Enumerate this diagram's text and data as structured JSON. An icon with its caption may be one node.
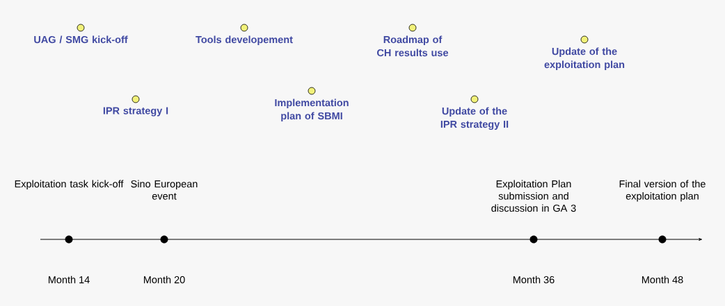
{
  "diagram": {
    "nodes": [
      {
        "text": [
          "UAG / SMG kick-off"
        ]
      },
      {
        "text": [
          "Tools developement"
        ]
      },
      {
        "text": [
          "Roadmap of CH results use"
        ]
      },
      {
        "text": [
          "Update of the exploitation plan"
        ]
      },
      {
        "text": [
          "IPR strategy I"
        ]
      },
      {
        "text": [
          "Implementation plan of SBMI"
        ]
      },
      {
        "text": [
          "Update of the IPR strategy II"
        ]
      },
      {
        "text": [
          "Exploitation task kick-off"
        ],
        "beside": [
          "Month 14"
        ]
      },
      {
        "text": [
          "Sino European event"
        ],
        "beside": [
          "Month 20"
        ]
      },
      {
        "text": [
          "Exploitation Plan submission and discussion in GA 3"
        ],
        "beside": [
          "Month 36"
        ]
      },
      {
        "text": [
          "Final version of the exploitation plan"
        ],
        "beside": [
          "Month 48"
        ]
      }
    ]
  }
}
